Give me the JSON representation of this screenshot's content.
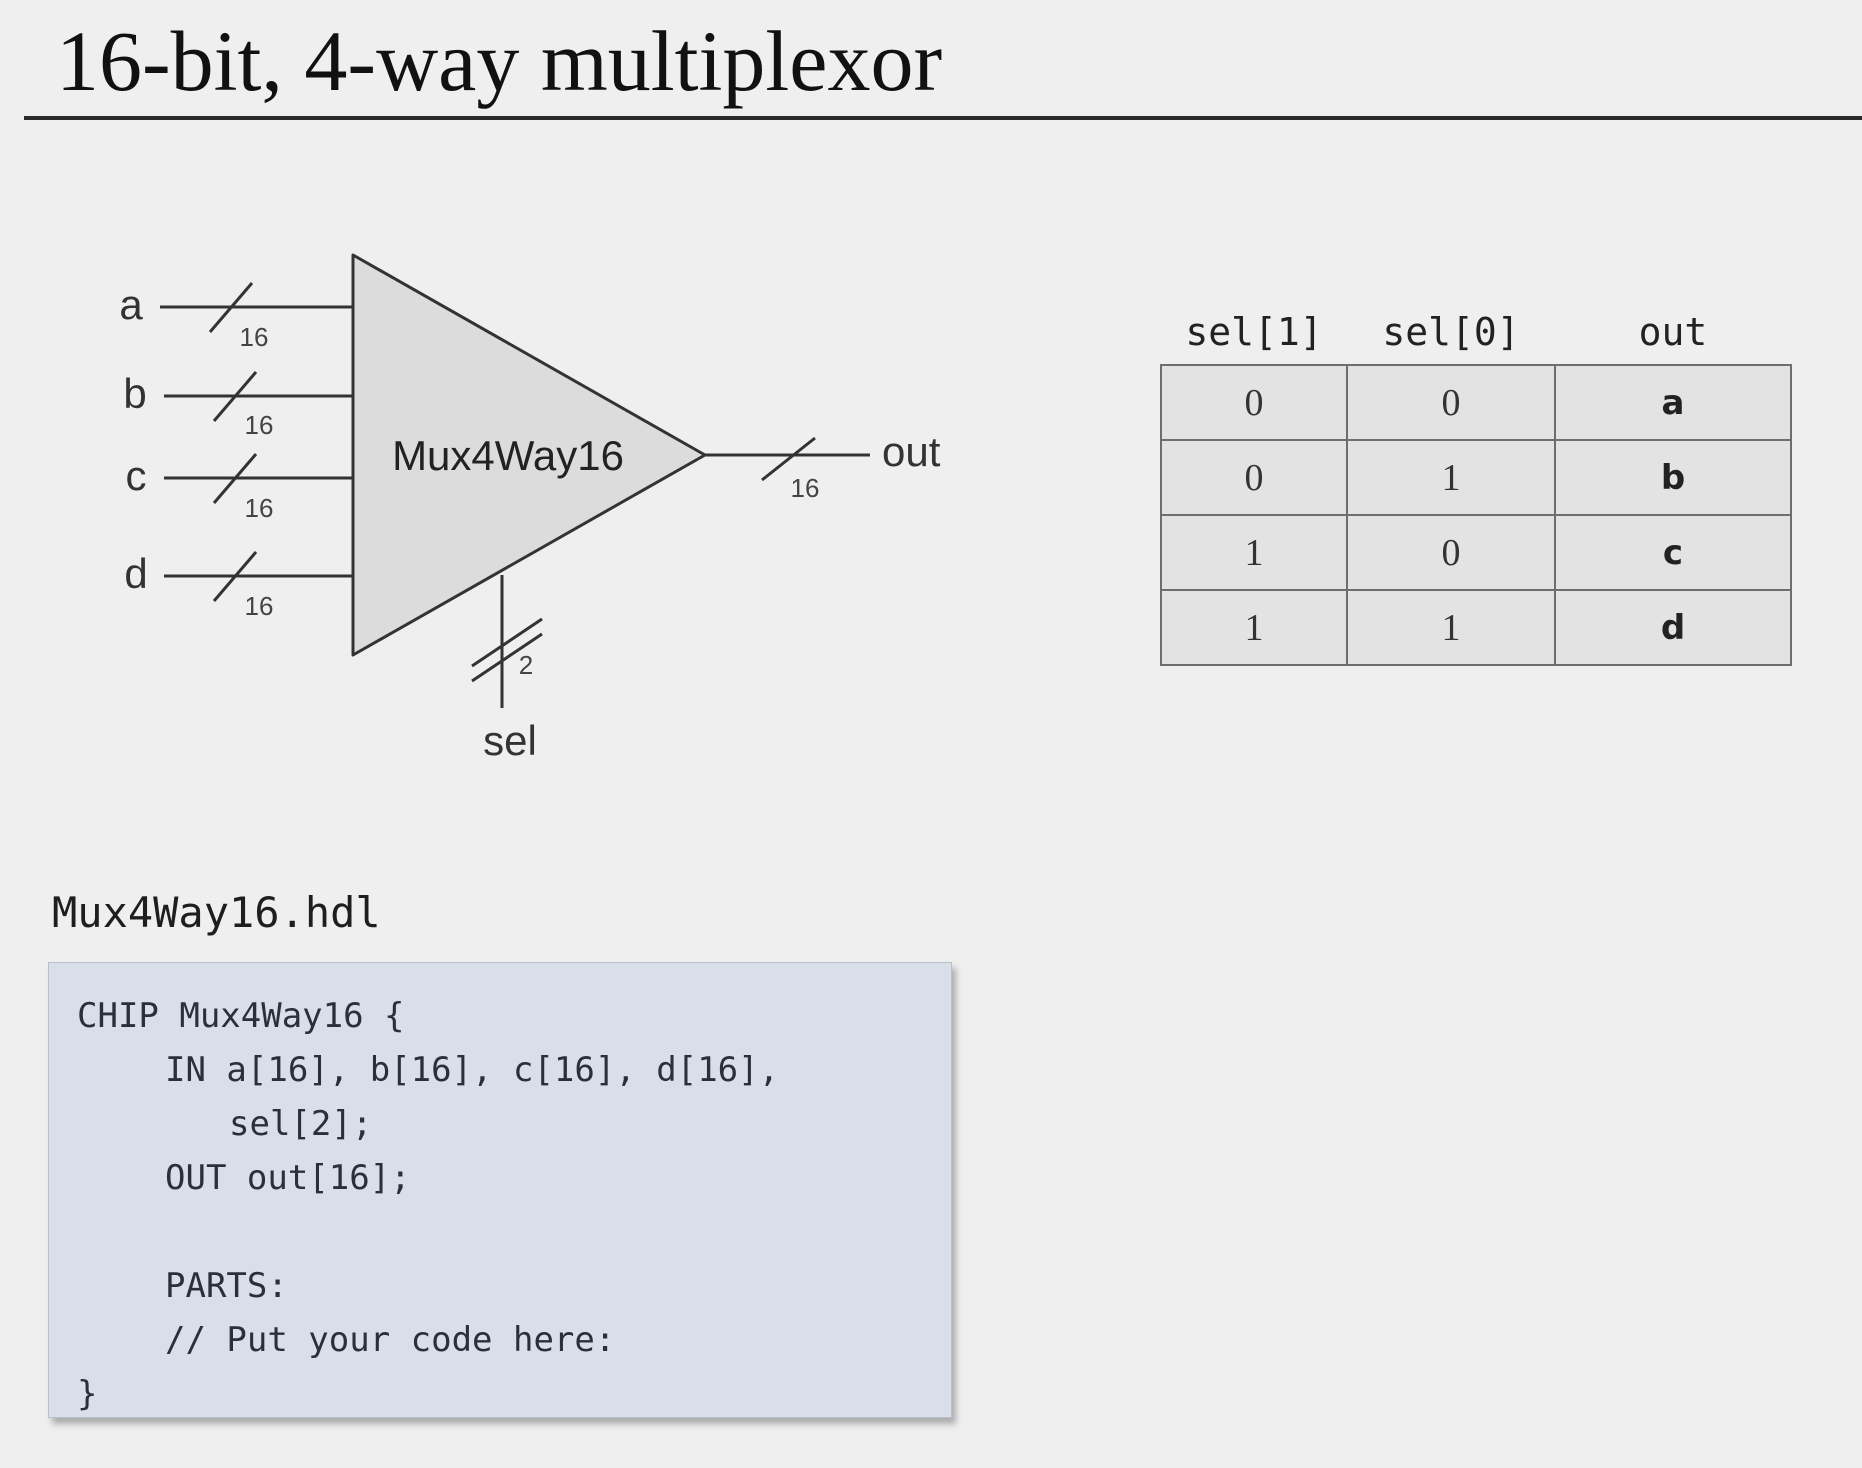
{
  "title": "16-bit, 4-way multiplexor",
  "diagram": {
    "chip_name": "Mux4Way16",
    "inputs": [
      {
        "label": "a",
        "width": "16"
      },
      {
        "label": "b",
        "width": "16"
      },
      {
        "label": "c",
        "width": "16"
      },
      {
        "label": "d",
        "width": "16"
      }
    ],
    "output": {
      "label": "out",
      "width": "16"
    },
    "select": {
      "label": "sel",
      "width": "2"
    },
    "colors": {
      "chip_fill": "#dcdcdc",
      "wire": "#333333"
    }
  },
  "truth_table": {
    "headers": [
      "sel[1]",
      "sel[0]",
      "out"
    ],
    "rows": [
      [
        "0",
        "0",
        "a"
      ],
      [
        "0",
        "1",
        "b"
      ],
      [
        "1",
        "0",
        "c"
      ],
      [
        "1",
        "1",
        "d"
      ]
    ]
  },
  "hdl": {
    "filename": "Mux4Way16.hdl",
    "lines": [
      "CHIP Mux4Way16 {",
      "IN a[16], b[16], c[16], d[16],",
      "sel[2];",
      "OUT out[16];",
      "",
      "PARTS:",
      "// Put your code here:",
      "}"
    ],
    "colors": {
      "background": "#d9dfe8"
    }
  }
}
